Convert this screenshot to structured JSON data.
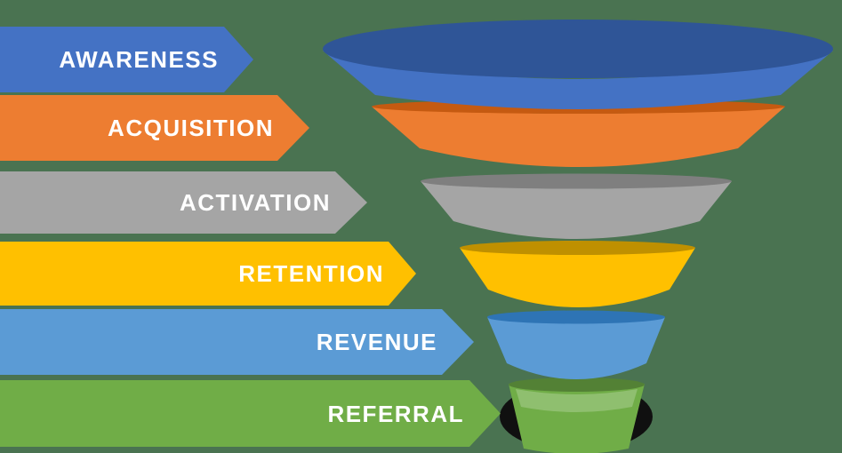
{
  "background_color": "#4A7351",
  "text_color": "#FFFFFF",
  "funnel": {
    "shadow_color": "#101010",
    "gloss_color": "#FFFFFF"
  },
  "stages": [
    {
      "label": "AWARENESS",
      "color": "#4472C4",
      "dark_color": "#2F5597"
    },
    {
      "label": "ACQUISITION",
      "color": "#ED7D31",
      "dark_color": "#C55A11"
    },
    {
      "label": "ACTIVATION",
      "color": "#A5A5A5",
      "dark_color": "#7F7F7F"
    },
    {
      "label": "RETENTION",
      "color": "#FFC000",
      "dark_color": "#BF9000"
    },
    {
      "label": "REVENUE",
      "color": "#5B9BD5",
      "dark_color": "#2E74B5"
    },
    {
      "label": "REFERRAL",
      "color": "#70AD47",
      "dark_color": "#538135"
    }
  ]
}
